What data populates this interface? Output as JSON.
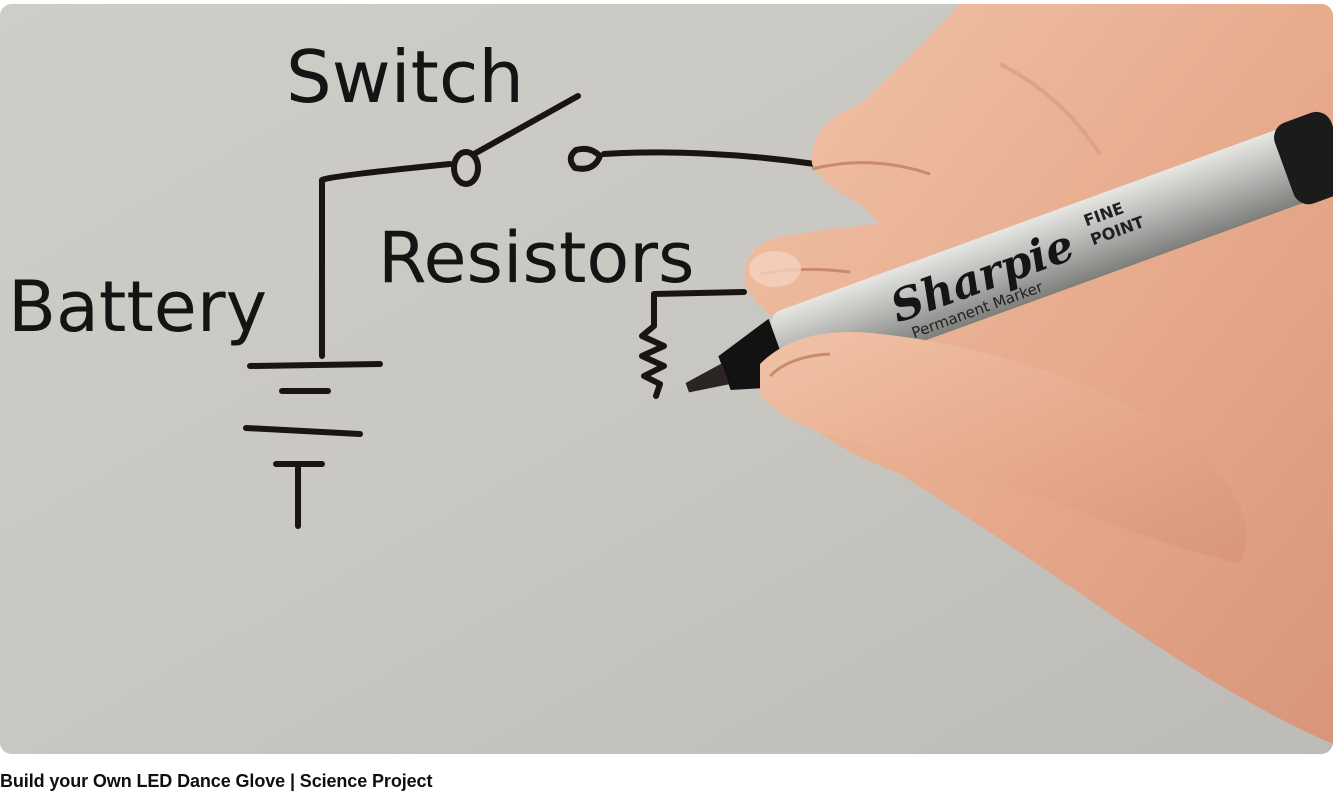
{
  "video": {
    "title": "Build your Own LED Dance Glove | Science Project",
    "frame_labels": {
      "switch": "Switch",
      "resistors": "Resistors",
      "battery": "Battery"
    },
    "marker_brand": "Sharpie",
    "marker_fine": "FINE",
    "marker_point": "POINT",
    "marker_sub": "Permanent Marker"
  }
}
